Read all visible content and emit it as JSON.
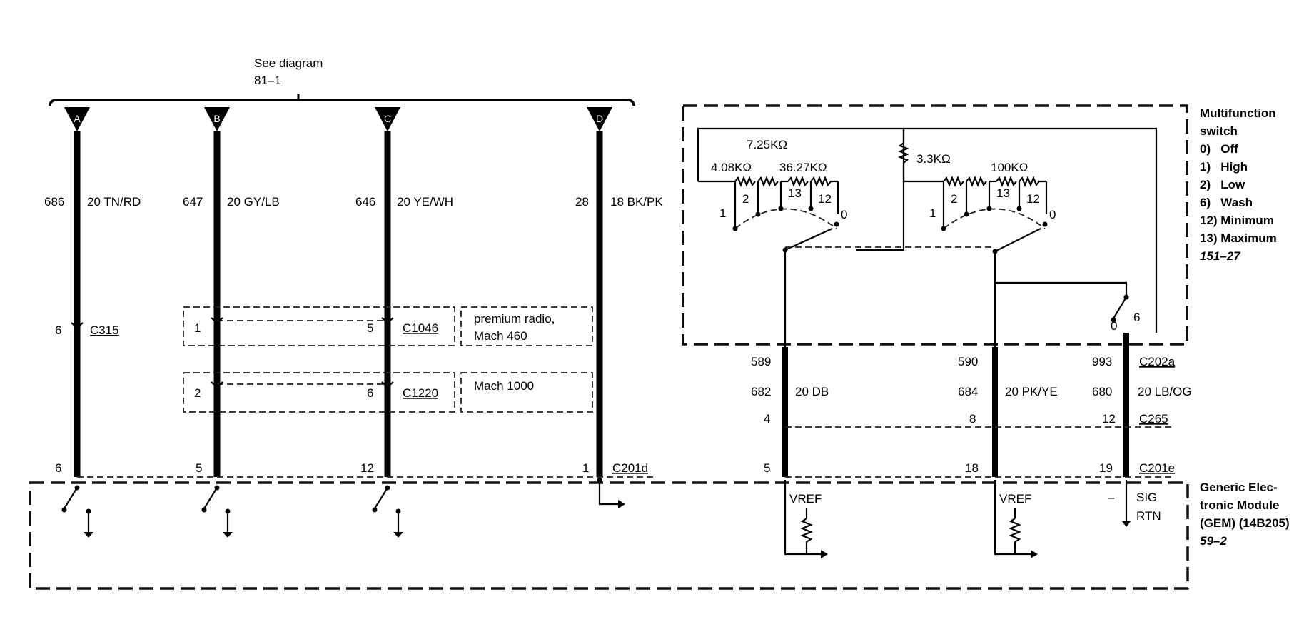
{
  "see_diagram": {
    "line1": "See diagram",
    "line2": "81–1"
  },
  "bus_terminals": [
    "A",
    "B",
    "C",
    "D"
  ],
  "wires_left": [
    {
      "circuit": "686",
      "gauge_color": "20 TN/RD",
      "c315_pin": "6",
      "c201d_pin": "6"
    },
    {
      "circuit": "647",
      "gauge_color": "20 GY/LB",
      "c1046_pin": "1",
      "c1220_pin": "2",
      "c201d_pin": "5"
    },
    {
      "circuit": "646",
      "gauge_color": "20 YE/WH",
      "c1046_pin": "5",
      "c1220_pin": "6",
      "c201d_pin": "12"
    },
    {
      "circuit": "28",
      "gauge_color": "18 BK/PK",
      "c201d_pin": "1"
    }
  ],
  "connectors": {
    "c315": "C315",
    "c1046": "C1046",
    "c1220": "C1220",
    "c201d": "C201d",
    "c202a": "C202a",
    "c265": "C265",
    "c201e": "C201e"
  },
  "option_boxes": {
    "c1046_note_line1": "premium radio,",
    "c1046_note_line2": "Mach 460",
    "c1220_note": "Mach 1000"
  },
  "resistors": {
    "r_725": "7.25KΩ",
    "r_408": "4.08KΩ",
    "r_3627": "36.27KΩ",
    "r_33": "3.3KΩ",
    "r_100": "100KΩ"
  },
  "switch_positions": {
    "p1": "1",
    "p2": "2",
    "p13": "13",
    "p12": "12",
    "p0": "0",
    "p6": "6"
  },
  "multifunction_switch": {
    "title_line1": "Multifunction",
    "title_line2": "switch",
    "items": [
      "0)   Off",
      "1)   High",
      "2)   Low",
      "6)   Wash",
      "12) Minimum",
      "13) Maximum"
    ],
    "ref": "151–27"
  },
  "wires_right": [
    {
      "c202a_pin": "589",
      "circuit": "682",
      "gauge_color": "20 DB",
      "c265_pin": "4",
      "c201e_pin": "5"
    },
    {
      "c202a_pin": "590",
      "circuit": "684",
      "gauge_color": "20 PK/YE",
      "c265_pin": "8",
      "c201e_pin": "18"
    },
    {
      "c202a_pin": "993",
      "circuit": "680",
      "gauge_color": "20 LB/OG",
      "c265_pin": "12",
      "c201e_pin": "19"
    }
  ],
  "gem_internal": {
    "vref": "VREF",
    "sig": "SIG",
    "rtn": "RTN",
    "minus": "–"
  },
  "gem": {
    "line1": "Generic Elec-",
    "line2": "tronic Module",
    "line3": "(GEM) (14B205)",
    "ref": "59–2"
  }
}
